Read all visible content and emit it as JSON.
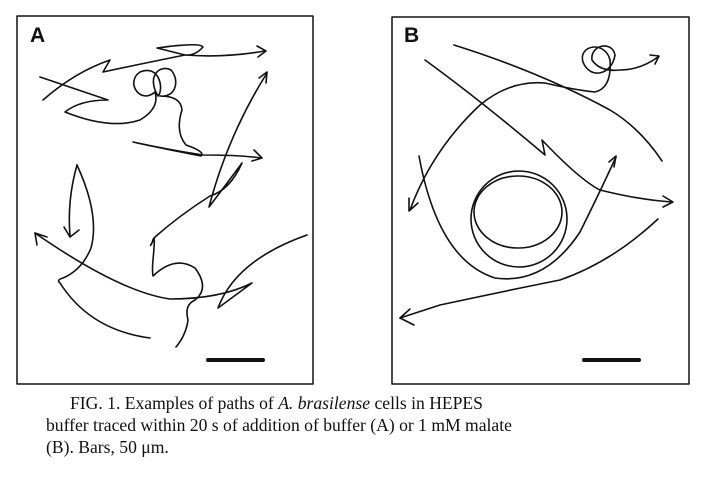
{
  "panels": [
    {
      "label": "A"
    },
    {
      "label": "B"
    }
  ],
  "caption": {
    "fig_label": "FIG. 1.",
    "text_before_species": "Examples of paths of",
    "species": "A. brasilense",
    "line1_end": "cells in HEPES",
    "line2": "buffer traced within 20 s of addition of buffer (A) or 1 mM malate",
    "line3": "(B). Bars, 50 μm."
  },
  "scale_bar_length": "50 μm"
}
